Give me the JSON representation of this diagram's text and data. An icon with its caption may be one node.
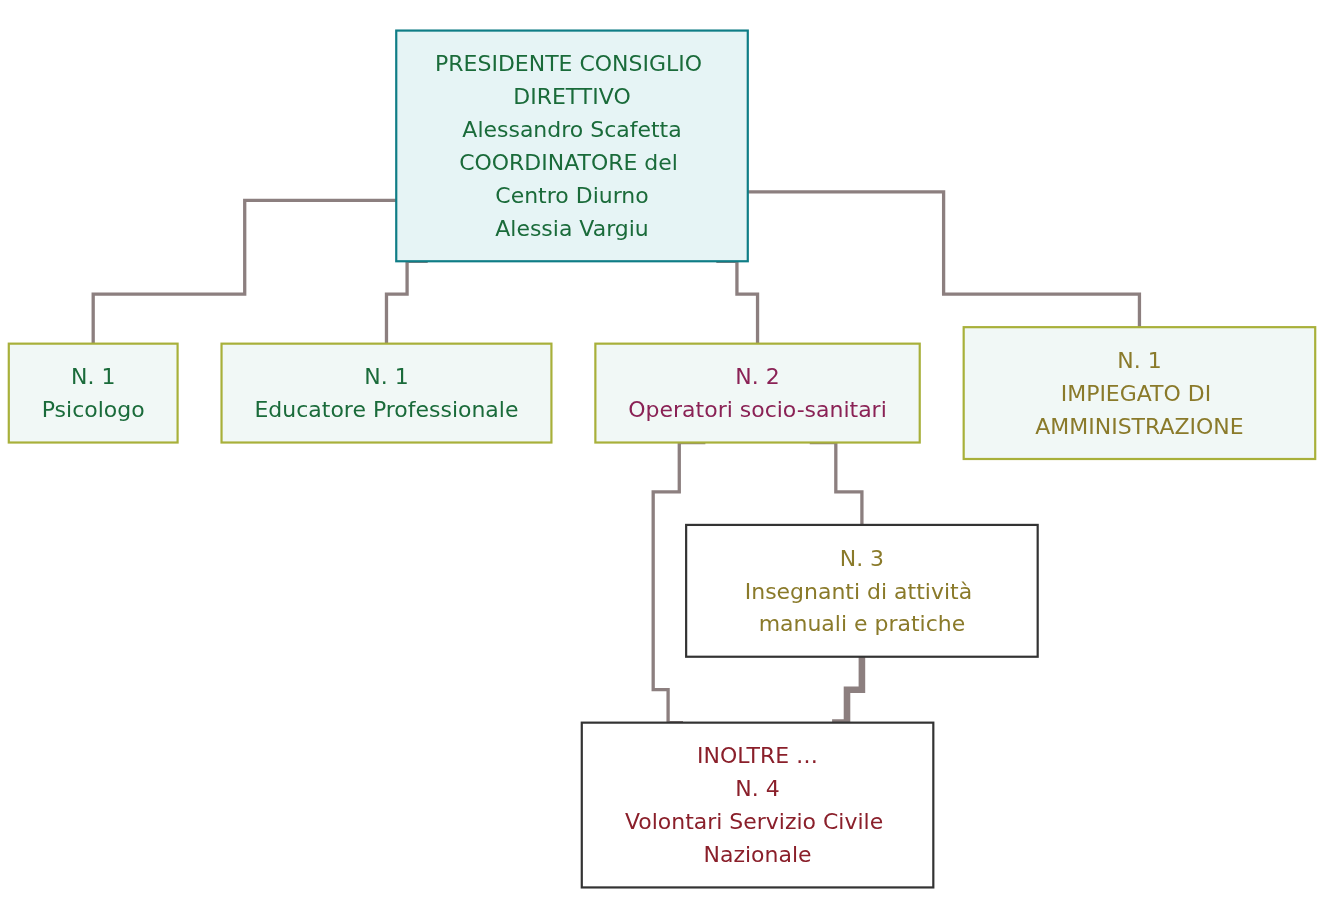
{
  "diagram": {
    "nodes": [
      {
        "text": [
          "PRESIDENTE CONSIGLIO DIRETTIVO",
          "Alessandro Scafetta",
          "COORDINATORE del Centro Diurno",
          "Alessia Vargiu"
        ]
      },
      {
        "text": [
          "N. 1",
          "Psicologo"
        ]
      },
      {
        "text": [
          "N. 1",
          "Educatore Professionale"
        ]
      },
      {
        "text": [
          "N. 2",
          "Operatori socio-sanitari"
        ]
      },
      {
        "text": [
          "N. 1",
          "IMPIEGATO DI AMMINISTRAZIONE"
        ]
      },
      {
        "text": [
          "N. 3",
          "Insegnanti di attività manuali e pratiche"
        ]
      },
      {
        "text": [
          "INOLTRE …",
          "N. 4",
          "Volontari Servizio Civile Nazionale"
        ]
      }
    ],
    "edges": [
      {
        "from": 0,
        "to": 1,
        "arrow": "none"
      },
      {
        "from": 0,
        "to": 2,
        "arrow": "none"
      },
      {
        "from": 0,
        "to": 3,
        "arrow": "none"
      },
      {
        "from": 0,
        "to": 4,
        "arrow": "none"
      },
      {
        "from": 3,
        "to": 5,
        "arrow": "none"
      },
      {
        "from": 3,
        "to": 6,
        "arrow": "none"
      },
      {
        "from": 5,
        "to": 6,
        "arrow": "none",
        "style": "thick"
      }
    ]
  }
}
